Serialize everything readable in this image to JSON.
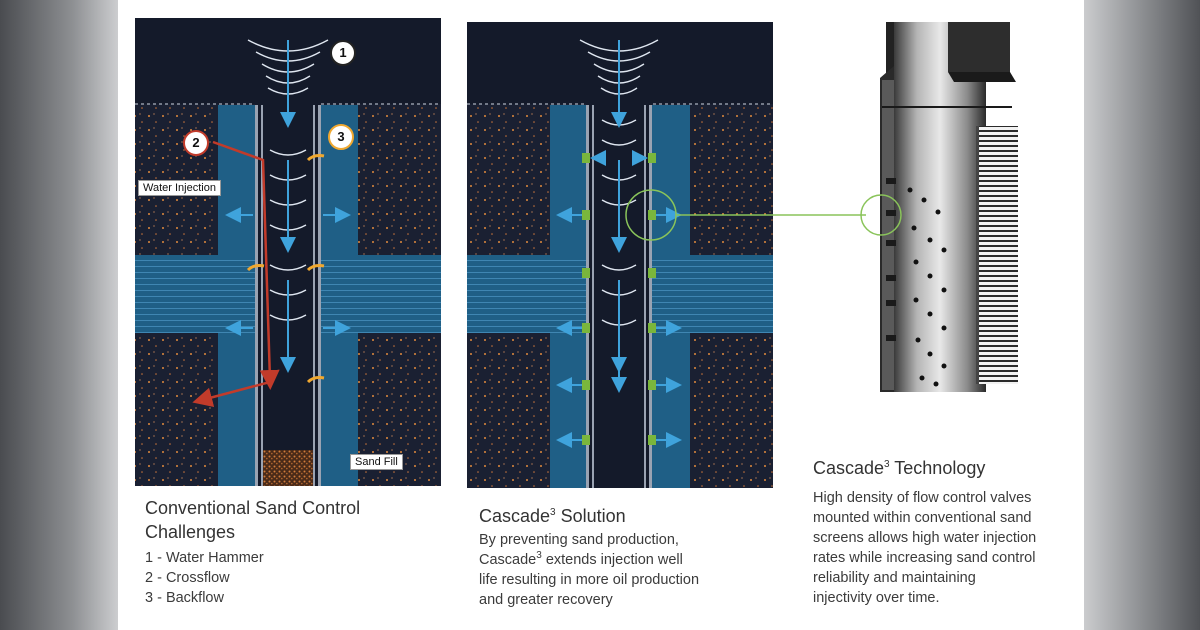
{
  "panel1": {
    "callout_1": "1",
    "callout_2": "2",
    "callout_3": "3",
    "label_water_injection": "Water Injection",
    "label_sand_fill": "Sand Fill",
    "title": "Conventional Sand Control Challenges",
    "items": [
      "1 - Water Hammer",
      "2 - Crossflow",
      "3 - Backflow"
    ]
  },
  "panel2": {
    "title_main": "Cascade",
    "title_sup": "3",
    "title_rest": " Solution",
    "body_line1": "By preventing sand production,",
    "body_line2_a": "Cascade",
    "body_line2_sup": "3",
    "body_line2_b": " extends injection well",
    "body_line3": "life resulting in more oil production",
    "body_line4": "and greater recovery"
  },
  "panel3": {
    "title_main": "Cascade",
    "title_sup": "3",
    "title_rest": " Technology",
    "body": [
      "High density of flow control valves",
      "mounted within conventional sand",
      "screens allows high water injection",
      "rates while increasing sand control",
      "reliability and maintaining",
      "injectivity over time."
    ]
  },
  "colors": {
    "formation": "#1a2032",
    "water_zone": "#1f5f86",
    "flow_arrow": "#3fa3dc",
    "crossflow": "#c23b2a",
    "backflow": "#f0a830",
    "valve": "#7ab63c",
    "sand": "#e08a3c"
  }
}
